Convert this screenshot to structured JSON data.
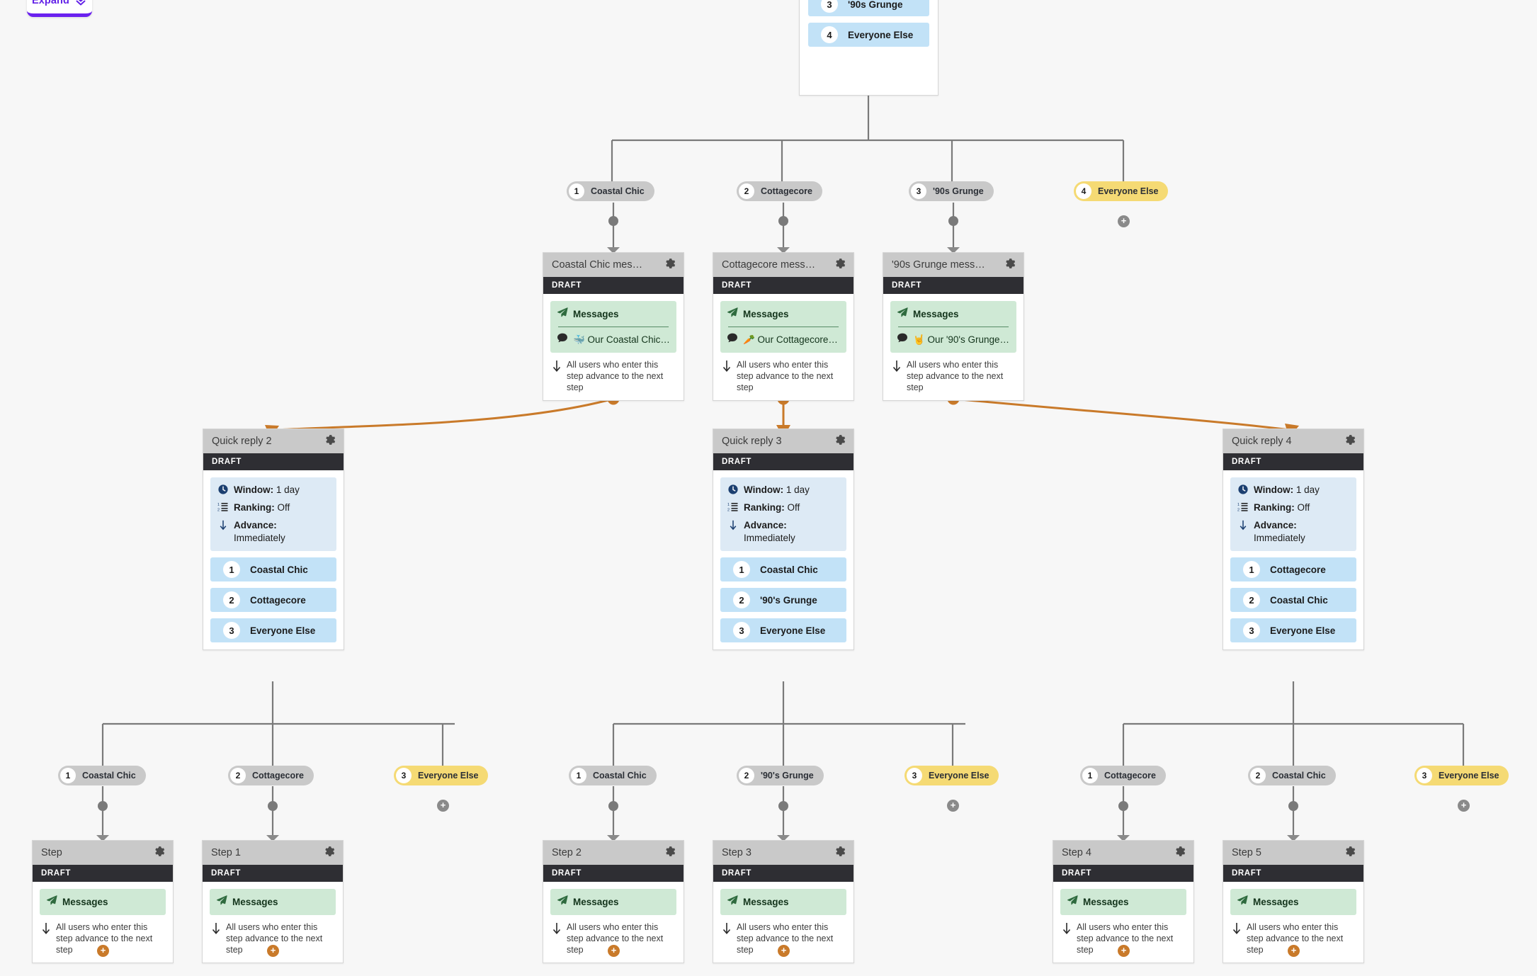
{
  "toolbar": {
    "expand_label": "Expand",
    "expand_icon": "chevron-double-down-icon"
  },
  "labels": {
    "draft": "DRAFT",
    "messages": "Messages",
    "advance_text": "All users who enter this step advance to the next step",
    "window_label": "Window:",
    "window_value": "1 day",
    "ranking_label": "Ranking:",
    "ranking_value": "Off",
    "advance_label": "Advance:",
    "advance_value": "Immediately",
    "gear_icon": "gear-icon",
    "send_icon": "send-icon",
    "chat_icon": "chat-bubble-icon",
    "clock_icon": "clock-icon",
    "ranking_icon": "ordered-list-icon",
    "arrow_down_icon": "arrow-down-icon",
    "plus_icon": "+"
  },
  "colors": {
    "accent_purple": "#6423e8",
    "draft_bar": "#2e2e33",
    "card_header": "#c9c9c9",
    "message_green": "#cfe9d5",
    "option_blue": "#c2e2f7",
    "info_blue": "#ddeaf5",
    "everyone_else_yellow": "#f5da74",
    "connector_orange": "#c97a2a",
    "connector_gray": "#7a7a7a"
  },
  "root_node": {
    "options": [
      {
        "num": "3",
        "label": "'90s Grunge"
      },
      {
        "num": "4",
        "label": "Everyone Else"
      }
    ]
  },
  "level1_branches": [
    {
      "num": "1",
      "label": "Coastal Chic",
      "style": "gray"
    },
    {
      "num": "2",
      "label": "Cottagecore",
      "style": "gray"
    },
    {
      "num": "3",
      "label": "'90s Grunge",
      "style": "gray"
    },
    {
      "num": "4",
      "label": "Everyone Else",
      "style": "yellow"
    }
  ],
  "message_cards": [
    {
      "title": "Coastal Chic mes…",
      "preview": "🐳 Our Coastal Chic…"
    },
    {
      "title": "Cottagecore mess…",
      "preview": "🥕 Our Cottagecore …"
    },
    {
      "title": "'90s Grunge mess…",
      "preview": "🤘 Our '90's Grunge …"
    }
  ],
  "quick_replies": [
    {
      "title": "Quick reply 2",
      "options": [
        {
          "num": "1",
          "label": "Coastal Chic"
        },
        {
          "num": "2",
          "label": "Cottagecore"
        },
        {
          "num": "3",
          "label": "Everyone Else"
        }
      ]
    },
    {
      "title": "Quick reply 3",
      "options": [
        {
          "num": "1",
          "label": "Coastal Chic"
        },
        {
          "num": "2",
          "label": "'90's Grunge"
        },
        {
          "num": "3",
          "label": "Everyone Else"
        }
      ]
    },
    {
      "title": "Quick reply 4",
      "options": [
        {
          "num": "1",
          "label": "Cottagecore"
        },
        {
          "num": "2",
          "label": "Coastal Chic"
        },
        {
          "num": "3",
          "label": "Everyone Else"
        }
      ]
    }
  ],
  "level2_branches": [
    {
      "num": "1",
      "label": "Coastal Chic",
      "style": "gray"
    },
    {
      "num": "2",
      "label": "Cottagecore",
      "style": "gray"
    },
    {
      "num": "3",
      "label": "Everyone Else",
      "style": "yellow"
    },
    {
      "num": "1",
      "label": "Coastal Chic",
      "style": "gray"
    },
    {
      "num": "2",
      "label": "'90's Grunge",
      "style": "gray"
    },
    {
      "num": "3",
      "label": "Everyone Else",
      "style": "yellow"
    },
    {
      "num": "1",
      "label": "Cottagecore",
      "style": "gray"
    },
    {
      "num": "2",
      "label": "Coastal Chic",
      "style": "gray"
    },
    {
      "num": "3",
      "label": "Everyone Else",
      "style": "yellow"
    }
  ],
  "step_cards": [
    {
      "title": "Step"
    },
    {
      "title": "Step 1"
    },
    {
      "title": "Step 2"
    },
    {
      "title": "Step 3"
    },
    {
      "title": "Step 4"
    },
    {
      "title": "Step 5"
    }
  ]
}
